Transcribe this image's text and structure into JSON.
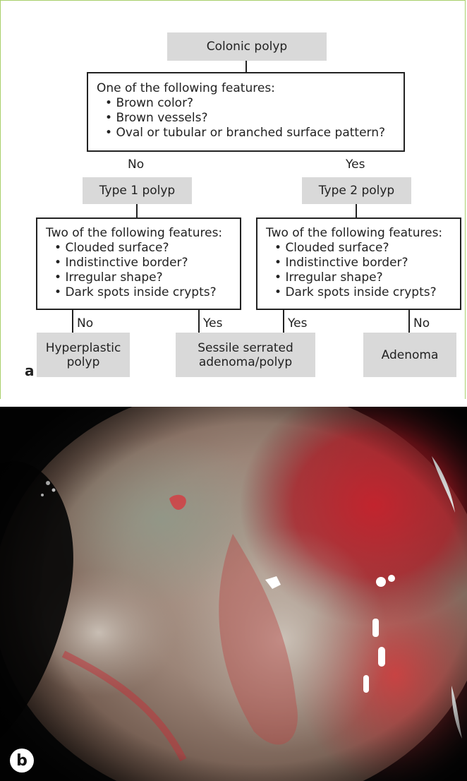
{
  "panel_a": {
    "letter": "a",
    "root": "Colonic polyp",
    "question1": {
      "heading": "One of the following features:",
      "items": [
        "Brown color?",
        "Brown vessels?",
        "Oval or tubular or branched surface pattern?"
      ]
    },
    "no_label": "No",
    "yes_label": "Yes",
    "type1": "Type 1 polyp",
    "type2": "Type 2 polyp",
    "question_left": {
      "heading": "Two of the following features:",
      "items": [
        "Clouded surface?",
        "Indistinctive border?",
        "Irregular shape?",
        "Dark spots inside crypts?"
      ]
    },
    "question_right": {
      "heading": "Two of the following features:",
      "items": [
        "Clouded surface?",
        "Indistinctive border?",
        "Irregular shape?",
        "Dark spots inside crypts?"
      ]
    },
    "branch_labels": [
      "No",
      "Yes",
      "Yes",
      "No"
    ],
    "outcomes": {
      "hyperplastic": "Hyperplastic polyp",
      "ssa": "Sessile serrated adenoma/polyp",
      "adenoma": "Adenoma"
    }
  },
  "panel_b": {
    "letter": "b"
  }
}
